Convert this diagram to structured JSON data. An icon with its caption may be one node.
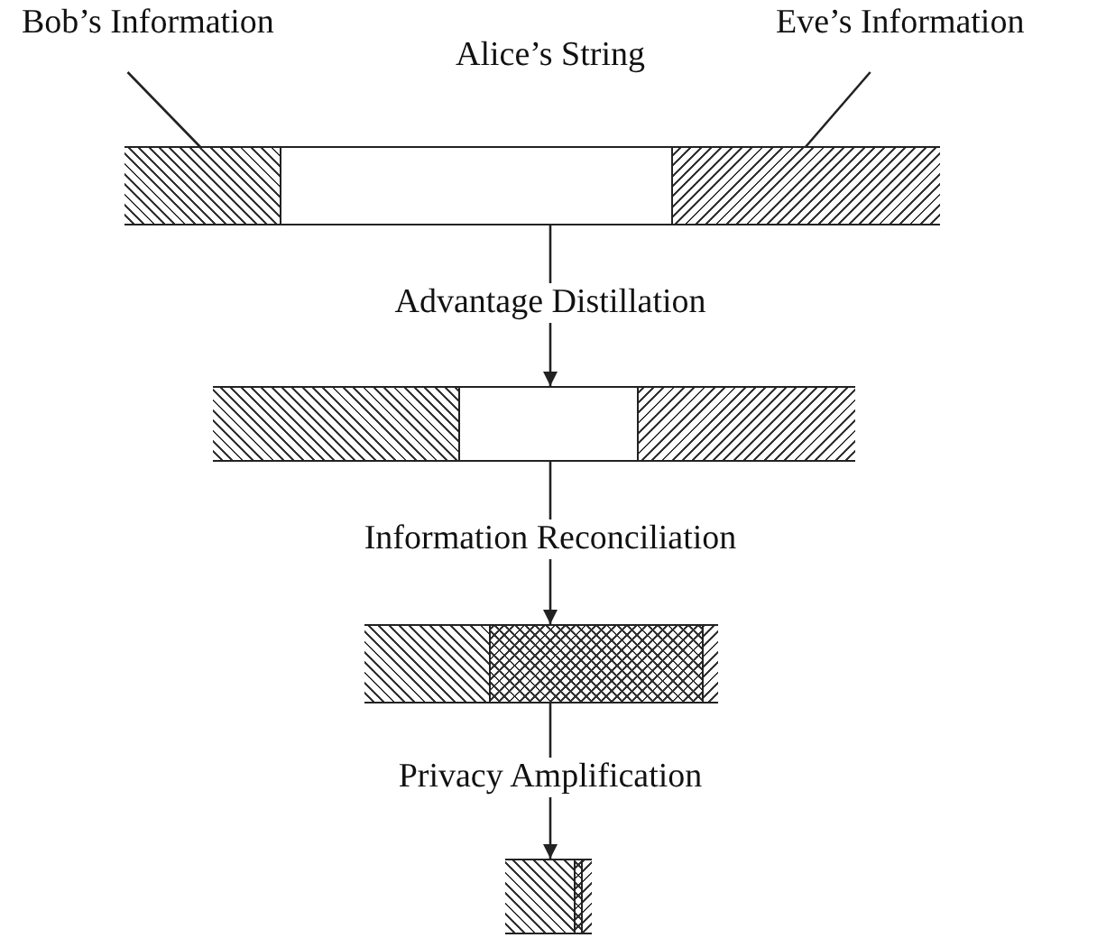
{
  "diagram": {
    "nodes": [
      {
        "text": [
          "Bob’s Information"
        ]
      },
      {
        "text": [
          "Eve’s Information"
        ]
      },
      {
        "text": [],
        "shape": "bar"
      },
      {
        "text": [],
        "shape": "box",
        "in": 2
      },
      {
        "text": [],
        "shape": "box",
        "in": 2
      },
      {
        "text": [],
        "shape": "box",
        "in": 2
      },
      {
        "text": [],
        "shape": "bar"
      },
      {
        "text": [],
        "shape": "box",
        "in": 6
      },
      {
        "text": [],
        "shape": "box",
        "in": 6
      },
      {
        "text": [],
        "shape": "box",
        "in": 6
      },
      {
        "text": [],
        "shape": "bar"
      },
      {
        "text": [],
        "shape": "box",
        "in": 10
      },
      {
        "text": [],
        "shape": "box",
        "in": 10
      },
      {
        "text": [],
        "shape": "box",
        "in": 10
      },
      {
        "text": [],
        "shape": "bar"
      },
      {
        "text": [],
        "shape": "box",
        "in": 14
      },
      {
        "text": [],
        "shape": "box",
        "in": 14
      },
      {
        "text": [],
        "shape": "box",
        "in": 14
      }
    ],
    "edges": [
      {
        "from": 0,
        "to": 3,
        "arrow": "none"
      },
      {
        "from": 1,
        "to": 5,
        "arrow": "none"
      },
      {
        "from": 2,
        "to": 6,
        "arrow": "to",
        "label": "Advantage Distillation"
      },
      {
        "from": 6,
        "to": 10,
        "arrow": "to",
        "label": "Information Reconciliation"
      },
      {
        "from": 10,
        "to": 14,
        "arrow": "to",
        "label": "Privacy Amplification"
      }
    ],
    "labels": [
      "Alice’s String"
    ]
  }
}
